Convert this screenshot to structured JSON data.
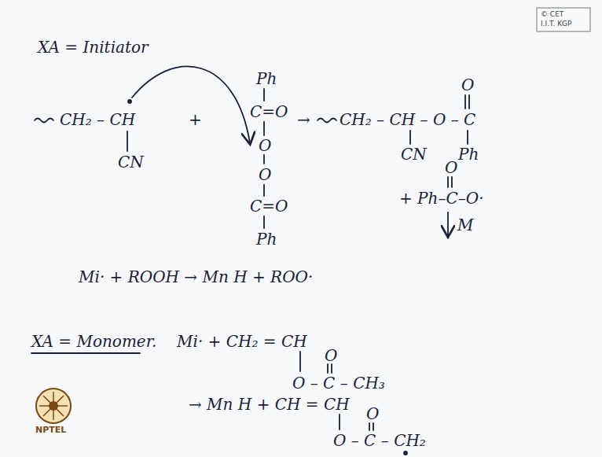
{
  "diagram": {
    "labels": [
      "© CET",
      "I.I.T. KGP",
      "XA = Initiator",
      "CH₂ – CH",
      "CN",
      "+",
      "Ph",
      "C=O",
      "O",
      "O",
      "C=O",
      "Ph",
      "→",
      "CH₂ – CH – O – C",
      "O",
      "Ph",
      "CN",
      "+ Ph–C–O·",
      "O",
      "M",
      "Mi· + ROOH → Mn H + ROO·",
      "XA = Monomer.",
      "Mi· + CH₂ = CH",
      "O – C – CH₃",
      "O",
      "→ Mn H + CH = CH",
      "O – C – CH₂",
      "O",
      "NPTEL"
    ]
  }
}
